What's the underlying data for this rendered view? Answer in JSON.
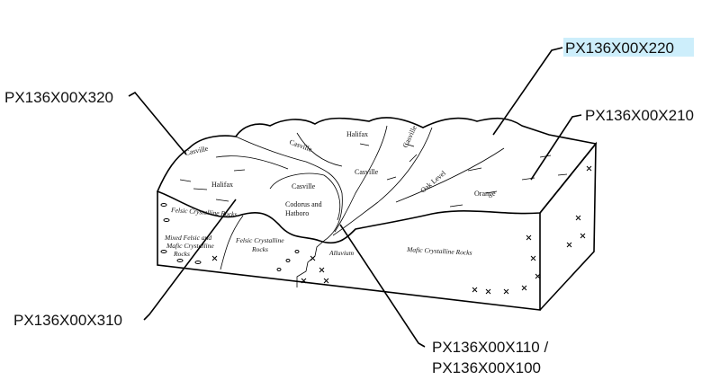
{
  "callouts": {
    "c320": "PX136X00X320",
    "c310": "PX136X00X310",
    "c220": "PX136X00X220",
    "c210": "PX136X00X210",
    "c110": "PX136X00X110 /",
    "c100": "PX136X00X100"
  },
  "surface_labels": {
    "casville1": "Casville",
    "casville2": "Casville",
    "casville3": "Casville",
    "casville4": "Casville",
    "casville5": "Casville",
    "halifax1": "Halifax",
    "halifax2": "Halifax",
    "oak_level": "Oak Level",
    "orange": "Orange",
    "codorus1": "Codorus and",
    "codorus2": "Hatboro"
  },
  "rock_labels": {
    "felsic1": "Felsic Crystalline Rocks",
    "mixed1": "Mixed Felsic and",
    "mixed2": "Mafic Crystalline",
    "mixed3": "Rocks",
    "felsic2a": "Felsic Crystalline",
    "felsic2b": "Rocks",
    "alluvium": "Alluvium",
    "mafic": "Mafic Crystalline Rocks"
  },
  "colors": {
    "highlight": "#cdeefb"
  }
}
